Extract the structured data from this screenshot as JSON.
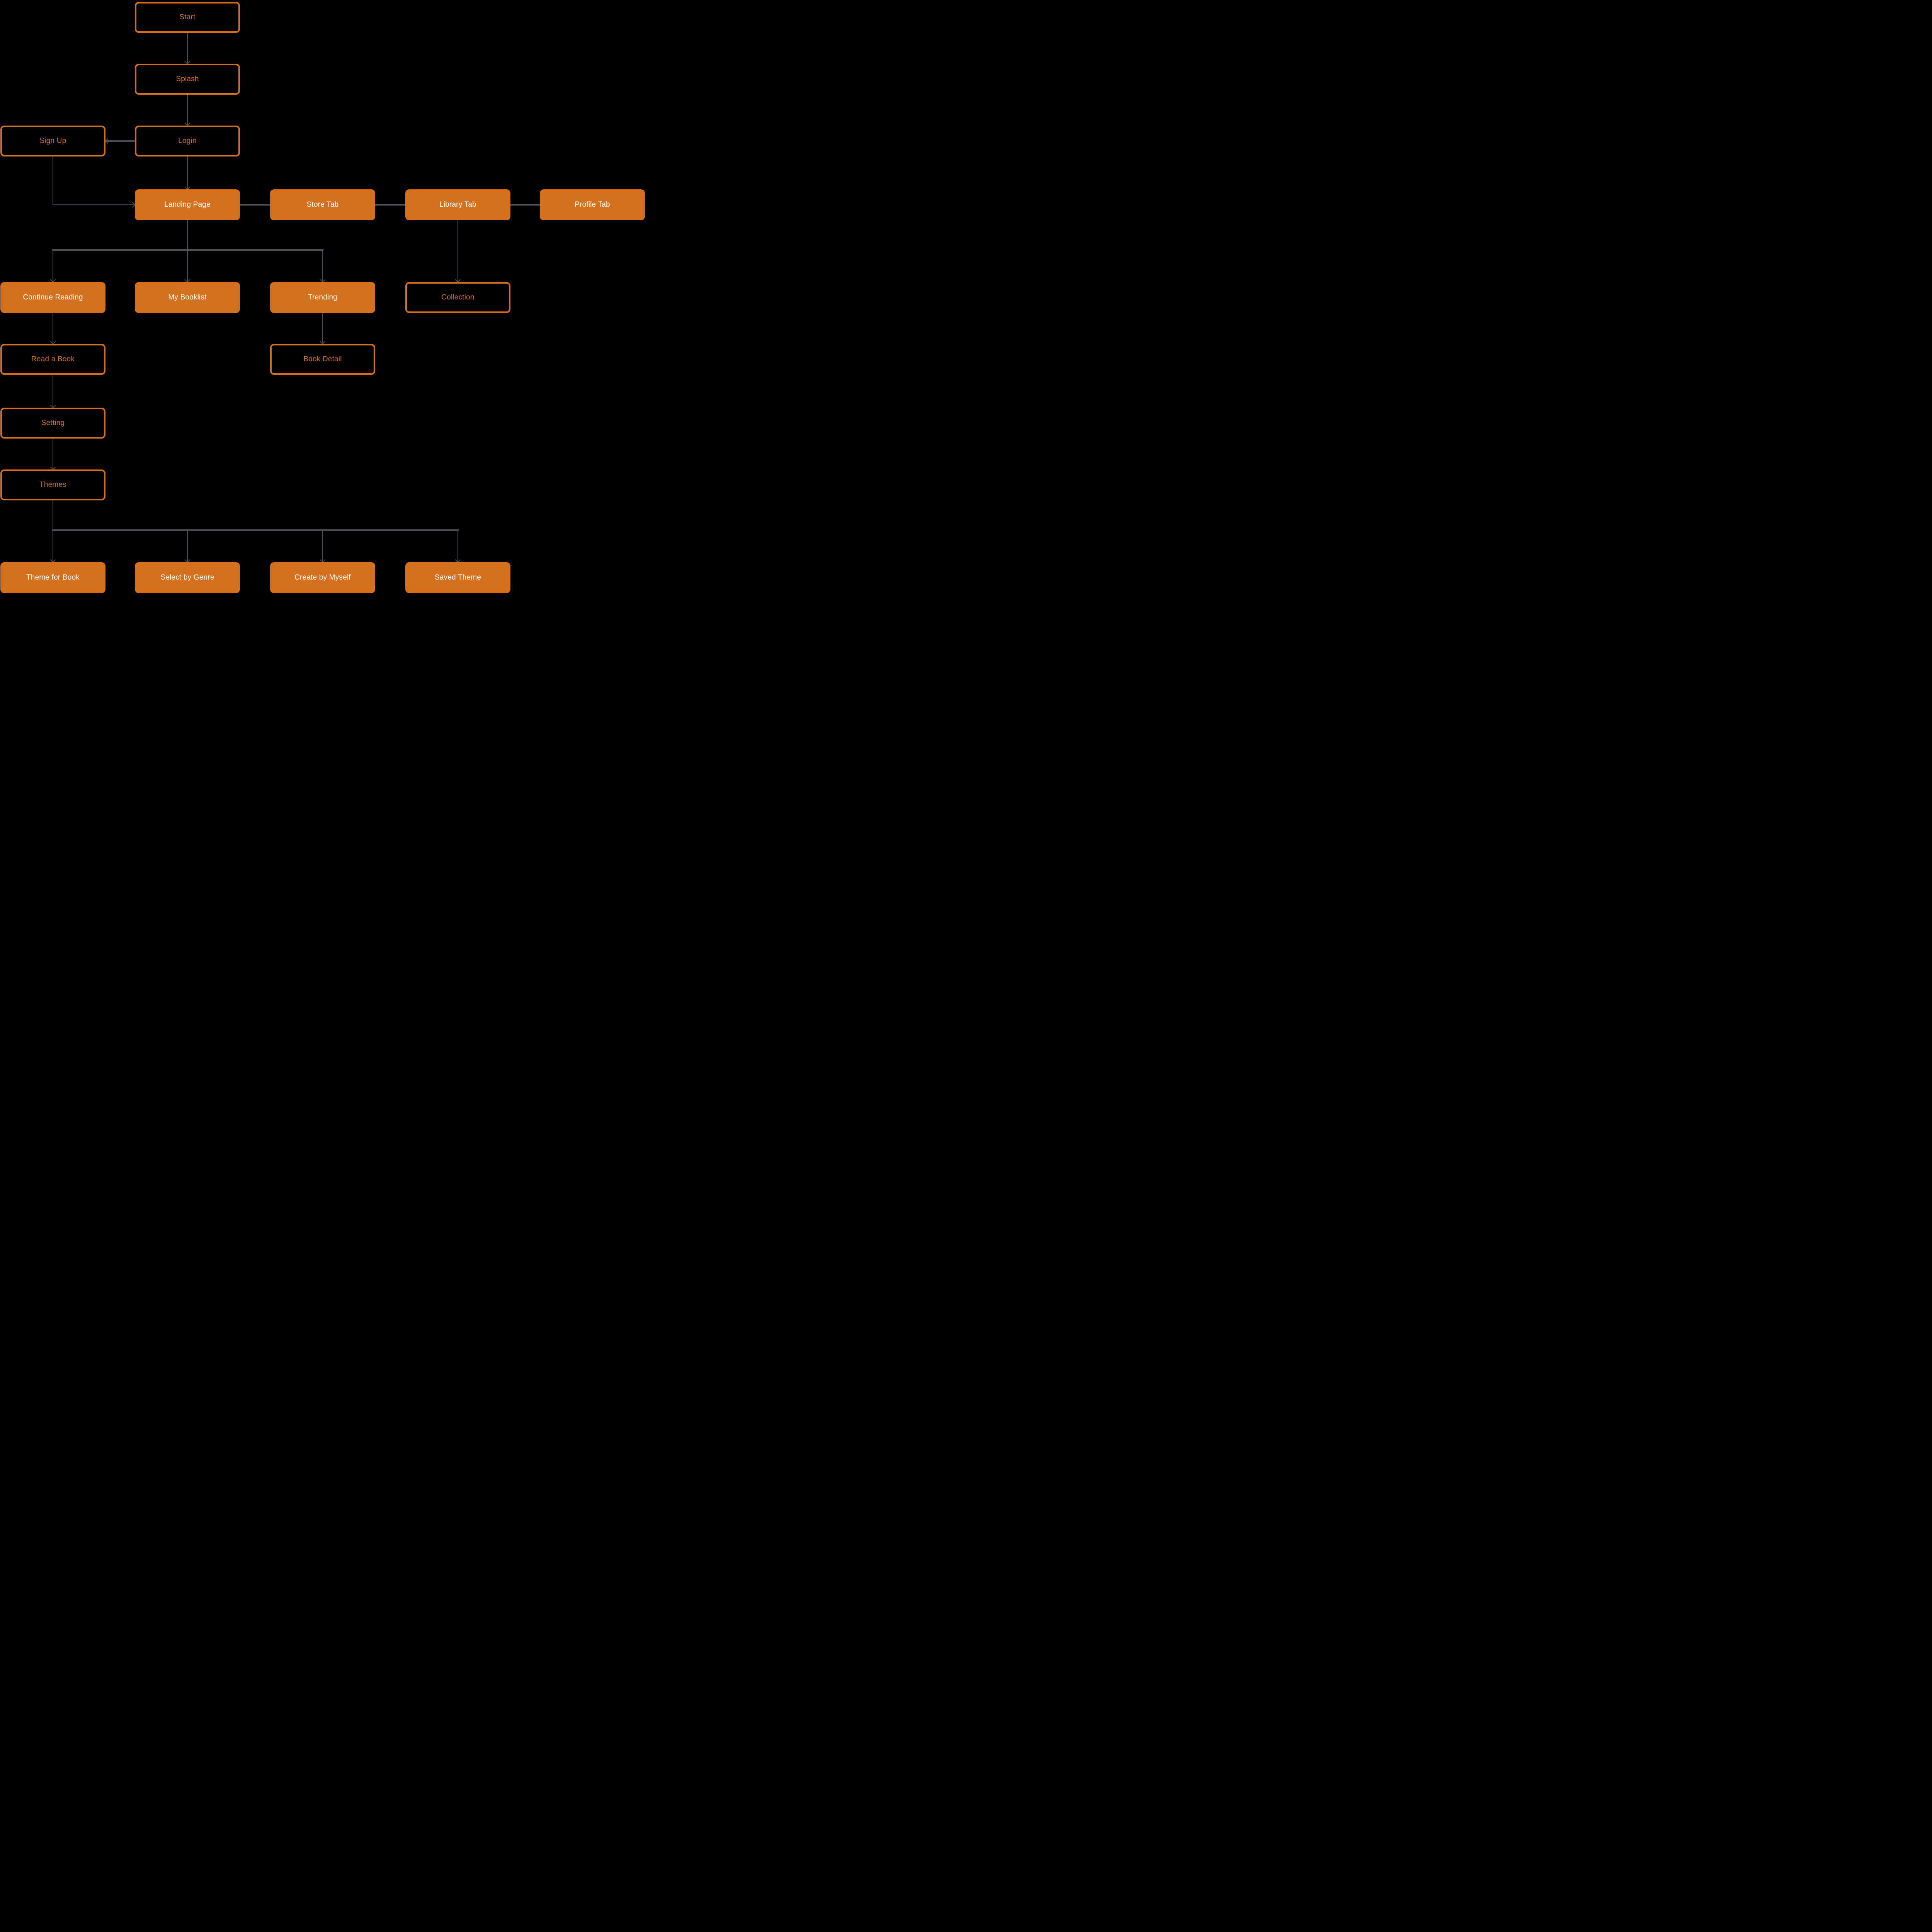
{
  "palette": {
    "background": "#000000",
    "accent_orange": "#D4701E",
    "filled_node_text": "#FFFFFF",
    "outlined_node_text": "#D4701E",
    "connector_gray": "#4C5055"
  },
  "diagram": {
    "type": "flowchart",
    "nodes": [
      {
        "id": "start",
        "label": "Start",
        "variant": "outlined"
      },
      {
        "id": "splash",
        "label": "Splash",
        "variant": "outlined"
      },
      {
        "id": "signup",
        "label": "Sign Up",
        "variant": "outlined"
      },
      {
        "id": "login",
        "label": "Login",
        "variant": "outlined"
      },
      {
        "id": "landing",
        "label": "Landing Page",
        "variant": "filled"
      },
      {
        "id": "store",
        "label": "Store Tab",
        "variant": "filled"
      },
      {
        "id": "library",
        "label": "Library Tab",
        "variant": "filled"
      },
      {
        "id": "profile",
        "label": "Profile Tab",
        "variant": "filled"
      },
      {
        "id": "continue",
        "label": "Continue Reading",
        "variant": "filled"
      },
      {
        "id": "booklist",
        "label": "My Booklist",
        "variant": "filled"
      },
      {
        "id": "trending",
        "label": "Trending",
        "variant": "filled"
      },
      {
        "id": "collection",
        "label": "Collection",
        "variant": "outlined"
      },
      {
        "id": "readabook",
        "label": "Read a Book",
        "variant": "outlined"
      },
      {
        "id": "bookdetail",
        "label": "Book Detail",
        "variant": "outlined"
      },
      {
        "id": "setting",
        "label": "Setting",
        "variant": "outlined"
      },
      {
        "id": "themes",
        "label": "Themes",
        "variant": "outlined"
      },
      {
        "id": "themeforbook",
        "label": "Theme for Book",
        "variant": "filled"
      },
      {
        "id": "selectbygenre",
        "label": "Select by Genre",
        "variant": "filled"
      },
      {
        "id": "createbymyself",
        "label": "Create by Myself",
        "variant": "filled"
      },
      {
        "id": "savedtheme",
        "label": "Saved Theme",
        "variant": "filled"
      }
    ],
    "edges": [
      {
        "from": "start",
        "to": "splash",
        "kind": "down-arrow"
      },
      {
        "from": "splash",
        "to": "login",
        "kind": "down-arrow"
      },
      {
        "from": "login",
        "to": "signup",
        "kind": "left-arrow"
      },
      {
        "from": "login",
        "to": "landing",
        "kind": "down-arrow"
      },
      {
        "from": "signup",
        "to": "landing",
        "kind": "elbow-right-arrow"
      },
      {
        "from": "landing",
        "to": "store",
        "kind": "plain-h"
      },
      {
        "from": "store",
        "to": "library",
        "kind": "plain-h"
      },
      {
        "from": "library",
        "to": "profile",
        "kind": "plain-h"
      },
      {
        "from": "landing",
        "targets": [
          "continue",
          "booklist",
          "trending"
        ],
        "kind": "fanout-down"
      },
      {
        "from": "library",
        "to": "collection",
        "kind": "down-arrow"
      },
      {
        "from": "continue",
        "to": "readabook",
        "kind": "down-arrow"
      },
      {
        "from": "trending",
        "to": "bookdetail",
        "kind": "down-arrow"
      },
      {
        "from": "readabook",
        "to": "setting",
        "kind": "down-arrow"
      },
      {
        "from": "setting",
        "to": "themes",
        "kind": "down-arrow"
      },
      {
        "from": "themes",
        "targets": [
          "themeforbook",
          "selectbygenre",
          "createbymyself",
          "savedtheme"
        ],
        "kind": "fanout-down"
      }
    ]
  }
}
